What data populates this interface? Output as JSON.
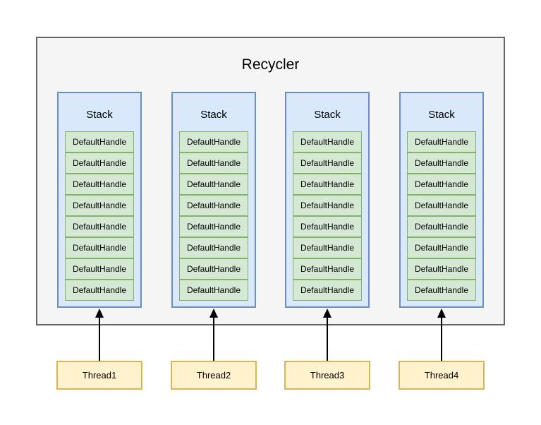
{
  "diagram": {
    "title": "Recycler",
    "colors": {
      "container_fill": "#f5f5f5",
      "container_stroke": "#666666",
      "stack_fill": "#dae8fc",
      "stack_stroke": "#6c8ebf",
      "handle_fill": "#d5e8d4",
      "handle_stroke": "#82b366",
      "thread_fill": "#fff2cc",
      "thread_stroke": "#d6b656",
      "arrow": "#000000"
    },
    "stacks": [
      {
        "label": "Stack",
        "handles": [
          "DefaultHandle",
          "DefaultHandle",
          "DefaultHandle",
          "DefaultHandle",
          "DefaultHandle",
          "DefaultHandle",
          "DefaultHandle",
          "DefaultHandle"
        ]
      },
      {
        "label": "Stack",
        "handles": [
          "DefaultHandle",
          "DefaultHandle",
          "DefaultHandle",
          "DefaultHandle",
          "DefaultHandle",
          "DefaultHandle",
          "DefaultHandle",
          "DefaultHandle"
        ]
      },
      {
        "label": "Stack",
        "handles": [
          "DefaultHandle",
          "DefaultHandle",
          "DefaultHandle",
          "DefaultHandle",
          "DefaultHandle",
          "DefaultHandle",
          "DefaultHandle",
          "DefaultHandle"
        ]
      },
      {
        "label": "Stack",
        "handles": [
          "DefaultHandle",
          "DefaultHandle",
          "DefaultHandle",
          "DefaultHandle",
          "DefaultHandle",
          "DefaultHandle",
          "DefaultHandle",
          "DefaultHandle"
        ]
      }
    ],
    "threads": [
      {
        "label": "Thread1"
      },
      {
        "label": "Thread2"
      },
      {
        "label": "Thread3"
      },
      {
        "label": "Thread4"
      }
    ]
  }
}
